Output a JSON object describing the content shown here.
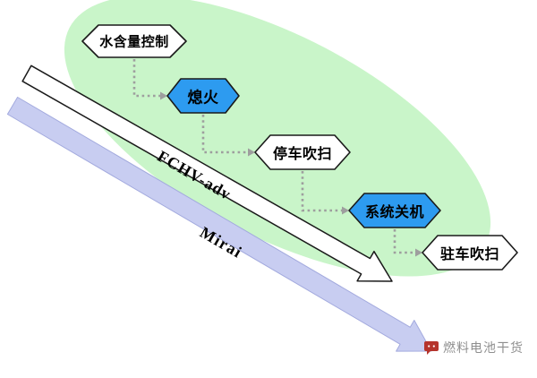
{
  "diagram": {
    "nodes": [
      {
        "id": "water-content-control",
        "label": "水含量控制",
        "style": "white"
      },
      {
        "id": "flameout",
        "label": "熄火",
        "style": "blue"
      },
      {
        "id": "stop-purge",
        "label": "停车吹扫",
        "style": "white"
      },
      {
        "id": "system-shutdown",
        "label": "系统关机",
        "style": "blue"
      },
      {
        "id": "parking-purge",
        "label": "驻车吹扫",
        "style": "white"
      }
    ],
    "arrows": [
      {
        "id": "fchv-adv",
        "label": "FCHV-adv"
      },
      {
        "id": "mirai",
        "label": "Mirai"
      }
    ]
  },
  "watermark": {
    "text": "燃料电池干货"
  },
  "colors": {
    "background": "#ffffff",
    "ellipse_fill": "#c9f5c9",
    "node_blue_fill": "#2d9bf0",
    "node_white_fill": "#ffffff",
    "node_stroke": "#1a1a1a",
    "fchv_arrow_fill": "#ffffff",
    "fchv_arrow_stroke": "#1a1a1a",
    "mirai_arrow_fill": "#c8cdf1",
    "mirai_arrow_stroke": "#a3aade",
    "connector_color": "#9e9e9e",
    "watermark_icon": "#b5342c",
    "watermark_text": "#8f8f8f"
  }
}
